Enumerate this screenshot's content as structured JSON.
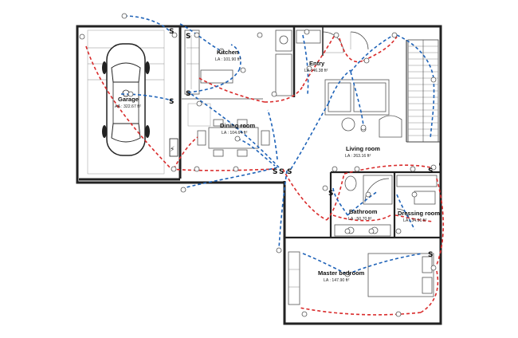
{
  "rooms": [
    {
      "name": "Kitchen",
      "area": "LA : 101.90 ft²"
    },
    {
      "name": "Entry",
      "area": "LA : 46.38 ft²"
    },
    {
      "name": "Garage",
      "area": "AA : 322.67 ft²"
    },
    {
      "name": "Dining room",
      "area": "LA : 104.64 ft²"
    },
    {
      "name": "Living room",
      "area": "LA : 263.16 ft²"
    },
    {
      "name": "Bathroom",
      "area": "LA : 50.70 ft²"
    },
    {
      "name": "Dressing room",
      "area": "LA : 34.91 ft²"
    },
    {
      "name": "Master bedroom",
      "area": "LA : 147.90 ft²"
    }
  ],
  "switch_label": "S",
  "panel_label": "⚡",
  "colors": {
    "wall": "#222222",
    "red_circuit": "#d92b2b",
    "blue_circuit": "#1f63b8",
    "background": "#ffffff"
  }
}
